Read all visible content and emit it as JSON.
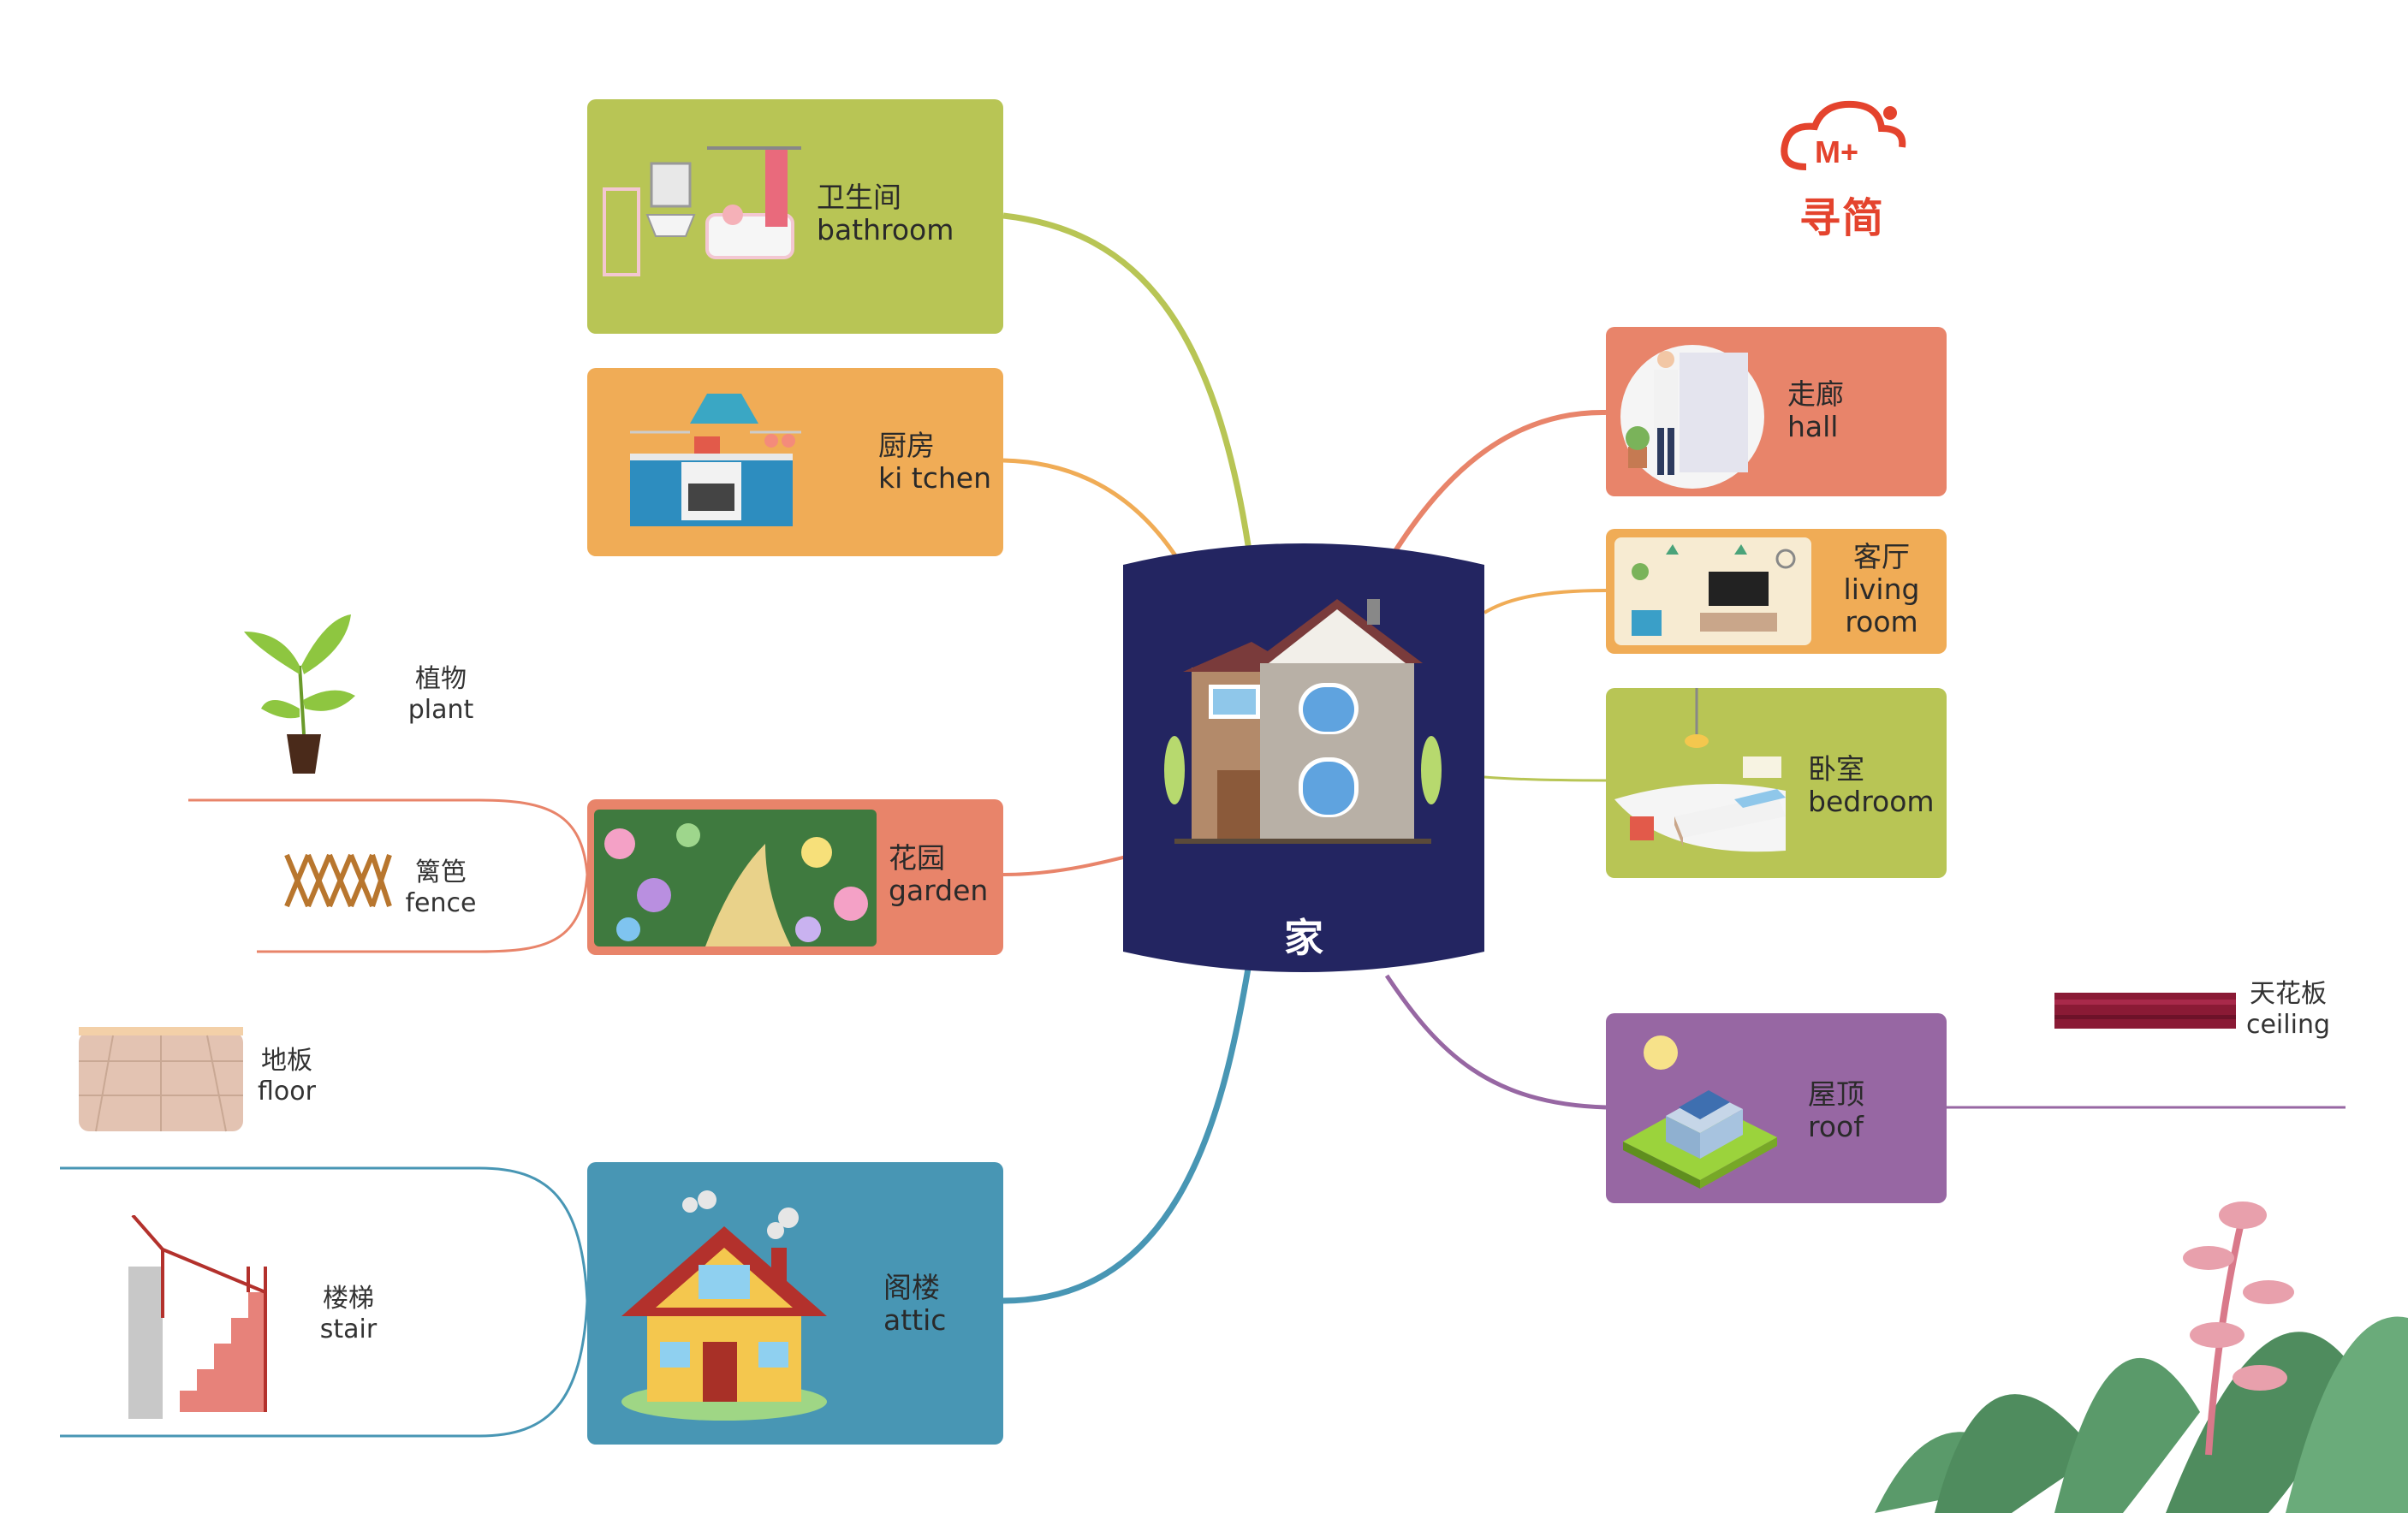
{
  "center": {
    "title": "家"
  },
  "logo": {
    "text": "寻简",
    "mark": "M+"
  },
  "branches": {
    "bathroom": {
      "zh": "卫生间",
      "en": "bathroom",
      "color": "#b8c555"
    },
    "kitchen": {
      "zh": "厨房",
      "en": "ki tchen",
      "color": "#f0ac56"
    },
    "garden": {
      "zh": "花园",
      "en": "garden",
      "color": "#e8846a"
    },
    "attic": {
      "zh": "阁楼",
      "en": "attic",
      "color": "#4896b4"
    },
    "hall": {
      "zh": "走廊",
      "en": "hall",
      "color": "#e8846a"
    },
    "living": {
      "zh": "客厅",
      "en": "living room",
      "color": "#f0ac56"
    },
    "bedroom": {
      "zh": "卧室",
      "en": "bedroom",
      "color": "#b8c555"
    },
    "roof": {
      "zh": "屋顶",
      "en": "roof",
      "color": "#9767a3"
    }
  },
  "leaves": {
    "plant": {
      "zh": "植物",
      "en": "plant"
    },
    "fence": {
      "zh": "篱笆",
      "en": "fence"
    },
    "floor": {
      "zh": "地板",
      "en": "floor"
    },
    "stair": {
      "zh": "楼梯",
      "en": "stair"
    },
    "ceiling": {
      "zh": "天花板",
      "en": "ceiling"
    }
  },
  "colors": {
    "center": "#232561",
    "text": "#2a2a2a"
  }
}
